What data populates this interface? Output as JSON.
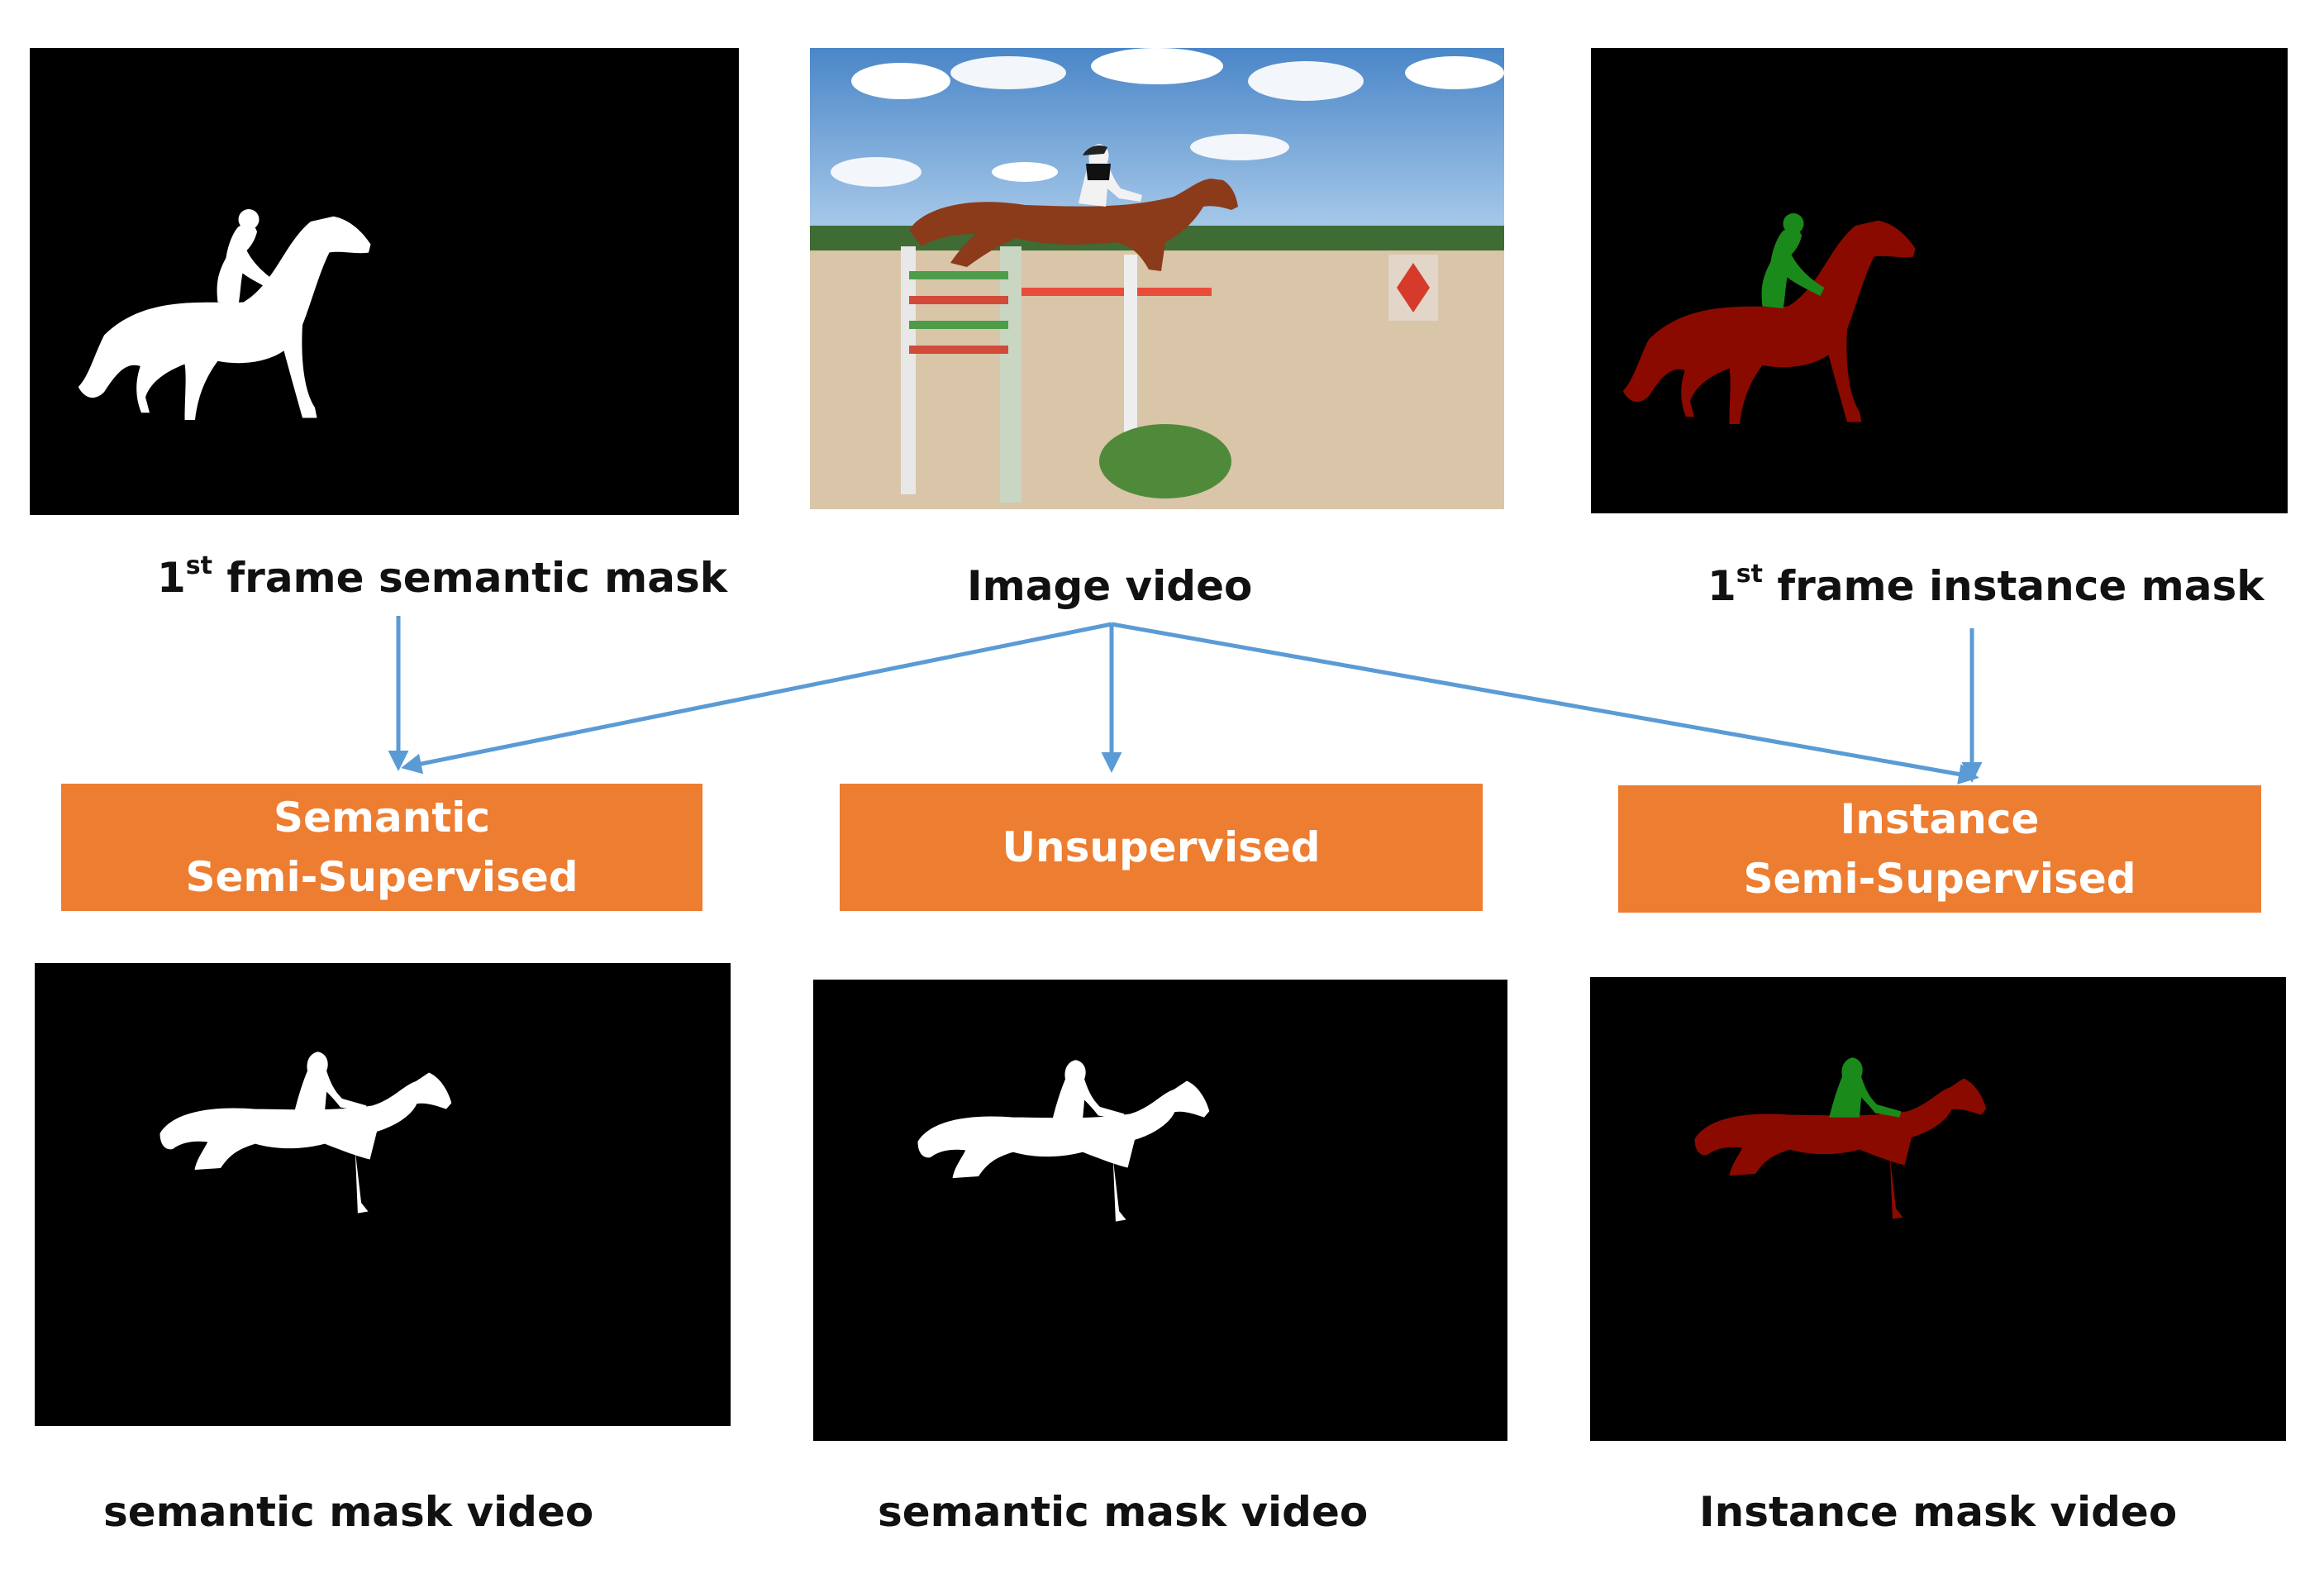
{
  "inputs": {
    "semantic_first_frame": {
      "caption_main": "1",
      "caption_sup": "st",
      "caption_rest": " frame semantic mask"
    },
    "image_video": {
      "caption": "Image video"
    },
    "instance_first_frame": {
      "caption_main": "1",
      "caption_sup": "st",
      "caption_rest": " frame instance mask"
    }
  },
  "tasks": [
    {
      "line1": "Semantic",
      "line2": "Semi-Supervised"
    },
    {
      "line1": "Unsupervised",
      "line2": ""
    },
    {
      "line1": "Instance",
      "line2": "Semi-Supervised"
    }
  ],
  "outputs": [
    {
      "caption": "semantic mask video"
    },
    {
      "caption": "semantic mask video"
    },
    {
      "caption": "Instance mask video"
    }
  ],
  "colors": {
    "task_box": "#ed7d31",
    "arrow": "#5b9bd5",
    "semantic_mask": "#ffffff",
    "instance_horse": "#8b0a00",
    "instance_rider": "#1a8a1a",
    "background": "#000000"
  }
}
